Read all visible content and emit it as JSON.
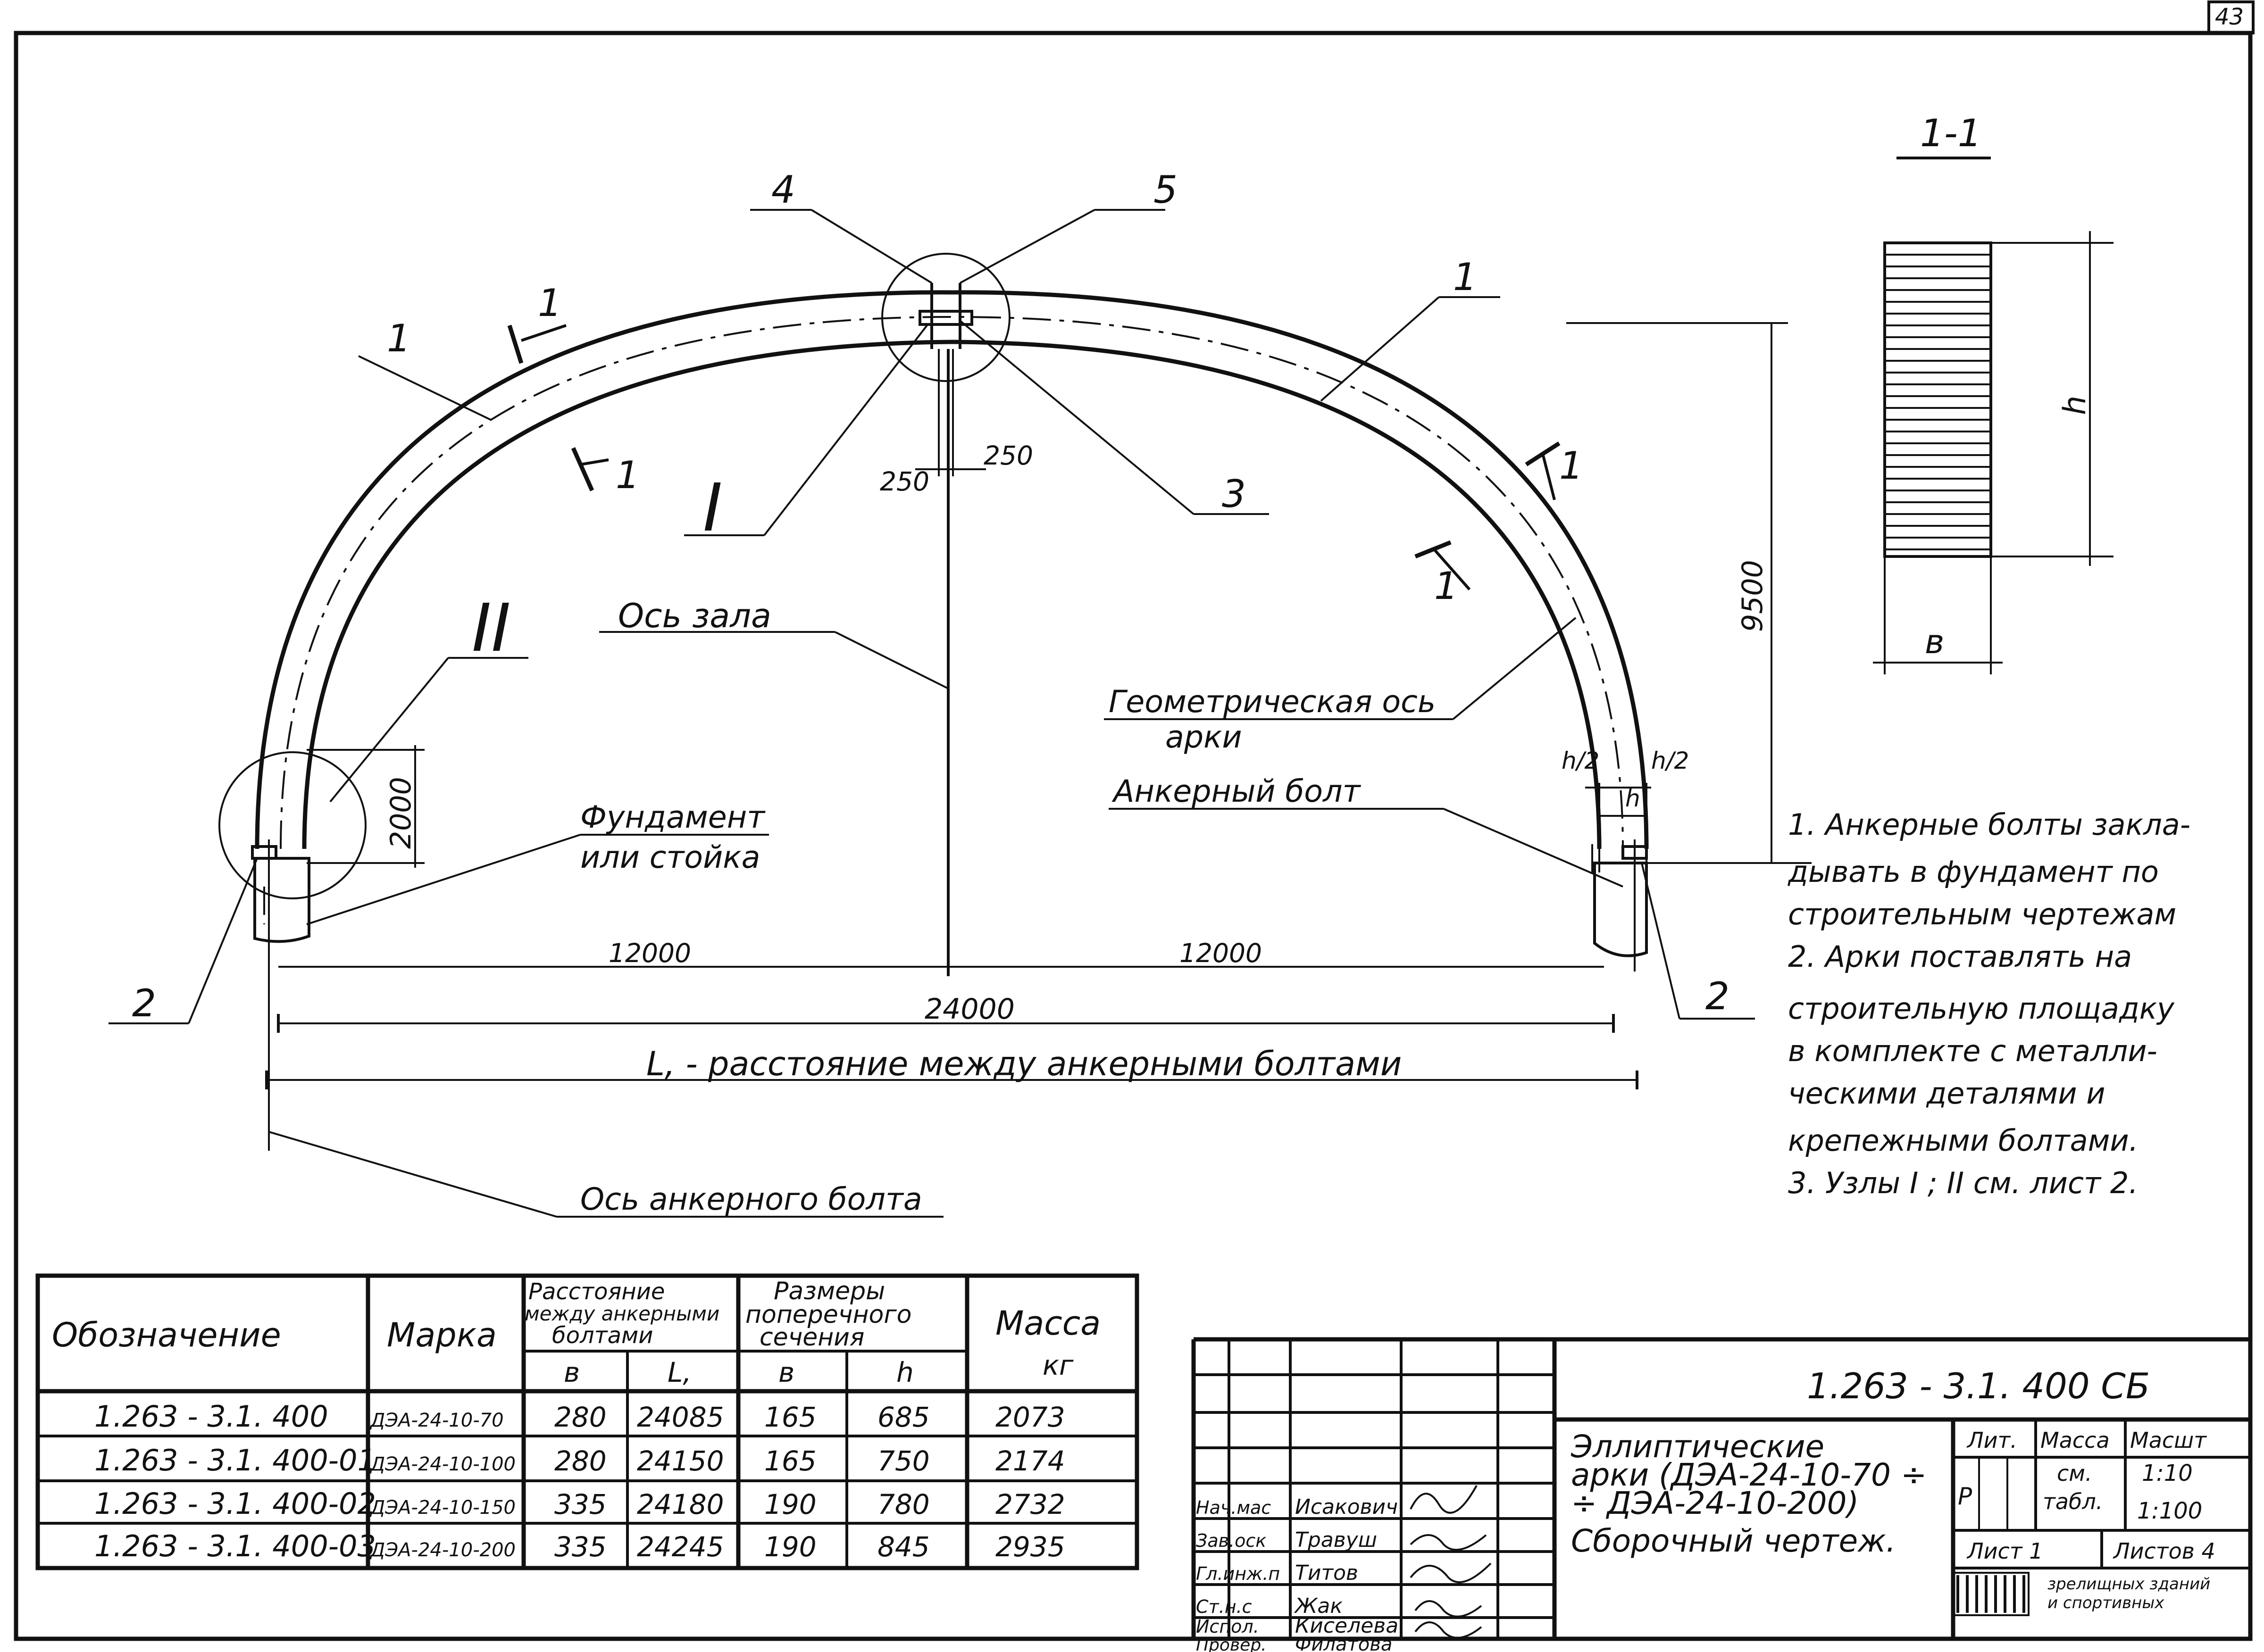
{
  "sheet_number": "43",
  "section": {
    "title": "1-1",
    "dim_h": "h",
    "dim_b": "в"
  },
  "drawing": {
    "labels": {
      "pos1_left": "1",
      "pos1_right": "1",
      "pos2_left": "2",
      "pos2_right": "2",
      "pos3": "3",
      "pos4": "4",
      "pos5": "5",
      "node1": "I",
      "node2": "II",
      "axis_hall": "Ось зала",
      "geom_axis_1": "Геометрическая ось",
      "geom_axis_2": "арки",
      "anchor_bolt": "Анкерный болт",
      "foundation_1": "Фундамент",
      "foundation_2": "или стойка",
      "anchor_axis": "Ось анкерного болта",
      "cut_mark": "1"
    },
    "dims": {
      "d250a": "250",
      "d250b": "250",
      "d9500": "9500",
      "d2000": "2000",
      "d12000a": "12000",
      "d12000b": "12000",
      "d24000": "24000",
      "dL": "L, - расстояние между анкерными болтами",
      "h2a": "h/2",
      "h2b": "h/2",
      "h": "h"
    }
  },
  "notes": [
    "1. Анкерные болты закла-",
    "дывать в фундамент по",
    "строительным чертежам",
    "2. Арки поставлять на",
    "строительную площадку",
    "в комплекте с металли-",
    "ческими деталями и",
    "крепежными болтами.",
    "3. Узлы I ; II см. лист 2."
  ],
  "spec_table": {
    "headers": {
      "designation": "Обозначение",
      "mark": "Марка",
      "distance": [
        "Расстояние",
        "между анкерными",
        "болтами"
      ],
      "section_dims": [
        "Размеры",
        "поперечного",
        "сечения"
      ],
      "mass": "Масса",
      "sub_b1": "в",
      "sub_L": "L,",
      "sub_b2": "в",
      "sub_h": "h",
      "sub_kg": "кг"
    },
    "rows": [
      {
        "designation": "1.263 - 3.1. 400",
        "mark": "ДЭА-24-10-70",
        "b": "280",
        "L": "24085",
        "sb": "165",
        "h": "685",
        "mass": "2073"
      },
      {
        "designation": "1.263 - 3.1. 400-01",
        "mark": "ДЭА-24-10-100",
        "b": "280",
        "L": "24150",
        "sb": "165",
        "h": "750",
        "mass": "2174"
      },
      {
        "designation": "1.263 - 3.1. 400-02",
        "mark": "ДЭА-24-10-150",
        "b": "335",
        "L": "24180",
        "sb": "190",
        "h": "780",
        "mass": "2732"
      },
      {
        "designation": "1.263 - 3.1. 400-03",
        "mark": "ДЭА-24-10-200",
        "b": "335",
        "L": "24245",
        "sb": "190",
        "h": "845",
        "mass": "2935"
      }
    ]
  },
  "title_block": {
    "code": "1.263 - 3.1. 400 СБ",
    "title_lines": [
      "Эллиптические",
      "арки (ДЭА-24-10-70 ÷",
      "÷ ДЭА-24-10-200)",
      "Сборочный чертеж."
    ],
    "lit_label": "Лит.",
    "mass_label": "Масса",
    "scale_label": "Масшт",
    "lit_value": "Р",
    "mass_value_1": "см.",
    "mass_value_2": "табл.",
    "scale_1": "1:10",
    "scale_2": "1:100",
    "sheet_label": "Лист 1",
    "sheets_label": "Листов 4",
    "org_line1": "зрелищных зданий",
    "org_line2": "и спортивных",
    "signatures": [
      {
        "role": "Нач.мас",
        "name": "Исакович"
      },
      {
        "role": "Зав.оск",
        "name": "Травуш"
      },
      {
        "role": "Гл.инж.п",
        "name": "Титов"
      },
      {
        "role": "Ст.н.с",
        "name": "Жак"
      },
      {
        "role": "Испол.",
        "name": "Киселева"
      },
      {
        "role": "Провер.",
        "name": "Филатова"
      }
    ]
  }
}
